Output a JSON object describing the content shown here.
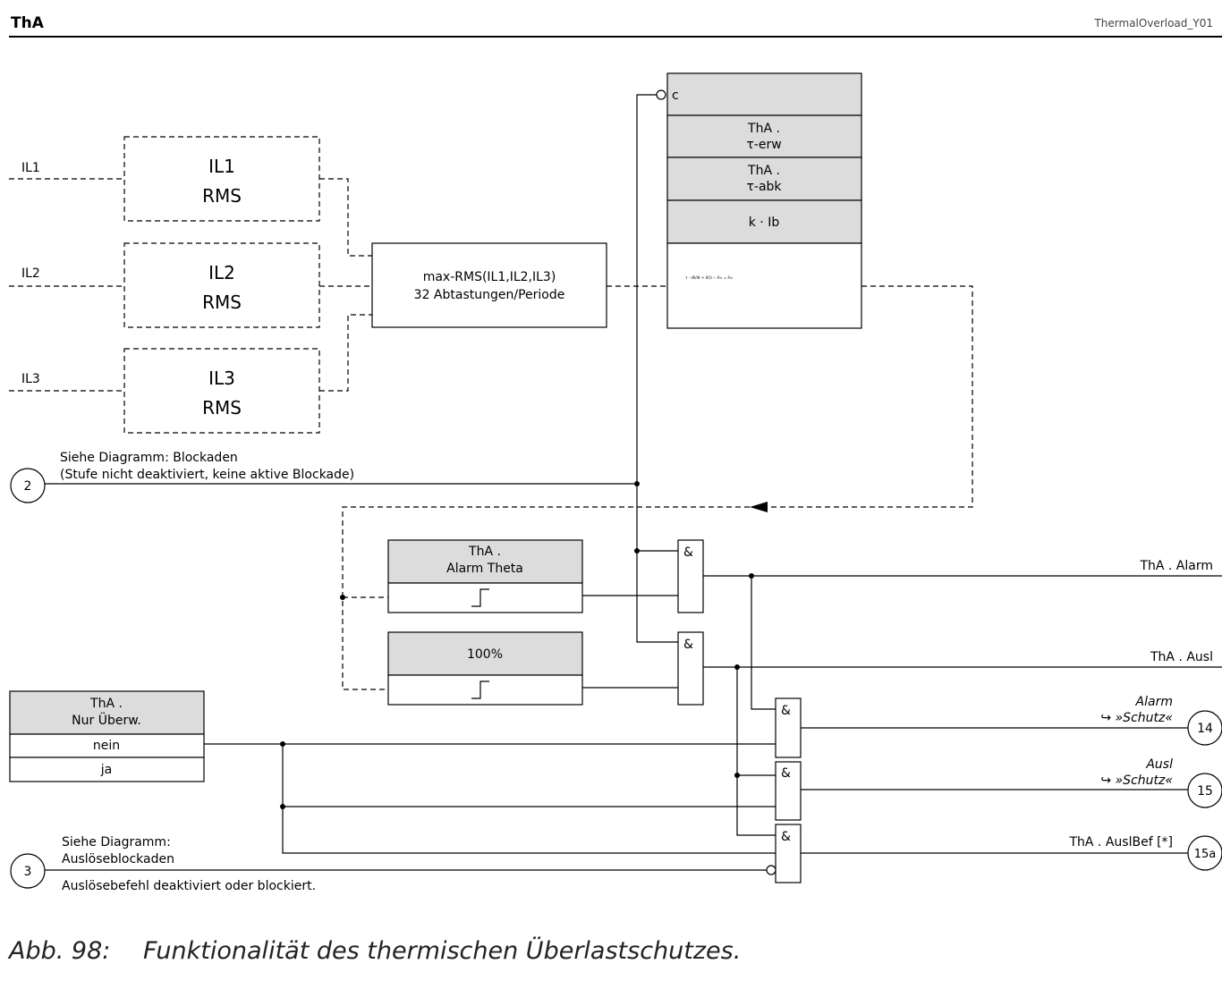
{
  "header": {
    "title": "ThA",
    "reference": "ThermalOverload_Y01"
  },
  "inputs": {
    "il1": "IL1",
    "il2": "IL2",
    "il3": "IL3"
  },
  "rms_blocks": [
    {
      "line1": "IL1",
      "line2": "RMS"
    },
    {
      "line1": "IL2",
      "line2": "RMS"
    },
    {
      "line1": "IL3",
      "line2": "RMS"
    }
  ],
  "max_rms": {
    "line1": "max-RMS(IL1,IL2,IL3)",
    "line2": "32 Abtastungen/Periode"
  },
  "thermal_block": {
    "c_label": "c",
    "tau_erw_1": "ThA .",
    "tau_erw_2": "τ-erw",
    "tau_abk_1": "ThA .",
    "tau_abk_2": "τ-abk",
    "k_ib": "k · Ib",
    "formula": "τ · dϑ/dt + ϑ(t) − ϑ∞ = ϑ∞"
  },
  "block_ref": {
    "number": "2",
    "line1": "Siehe Diagramm:  Blockaden",
    "line2": "(Stufe nicht deaktiviert, keine aktive Blockade)"
  },
  "alarm_theta": {
    "line1": "ThA .",
    "line2": "Alarm Theta"
  },
  "hundred": {
    "label": "100%"
  },
  "and_symbol": "&",
  "nur_uberw": {
    "line1": "ThA .",
    "line2": "Nur Überw.",
    "opt_nein": "nein",
    "opt_ja": "ja"
  },
  "outputs": {
    "alarm": "ThA . Alarm",
    "ausl": "ThA . Ausl",
    "alarm_schutz_1": "Alarm",
    "alarm_schutz_2": "↪ »Schutz«",
    "ausl_schutz_1": "Ausl",
    "ausl_schutz_2": "↪ »Schutz«",
    "auslbef": "ThA . AuslBef [*]",
    "conn_14": "14",
    "conn_15": "15",
    "conn_15a": "15a"
  },
  "trip_ref": {
    "number": "3",
    "line1": "Siehe Diagramm:",
    "line2": "Auslöseblockaden",
    "line3": "Auslösebefehl deaktiviert oder blockiert."
  },
  "caption": {
    "number": "Abb. 98:",
    "text": "Funktionalität des thermischen Überlastschutzes."
  },
  "colors": {
    "block_fill": "#dcdcdc",
    "line": "#000000"
  }
}
